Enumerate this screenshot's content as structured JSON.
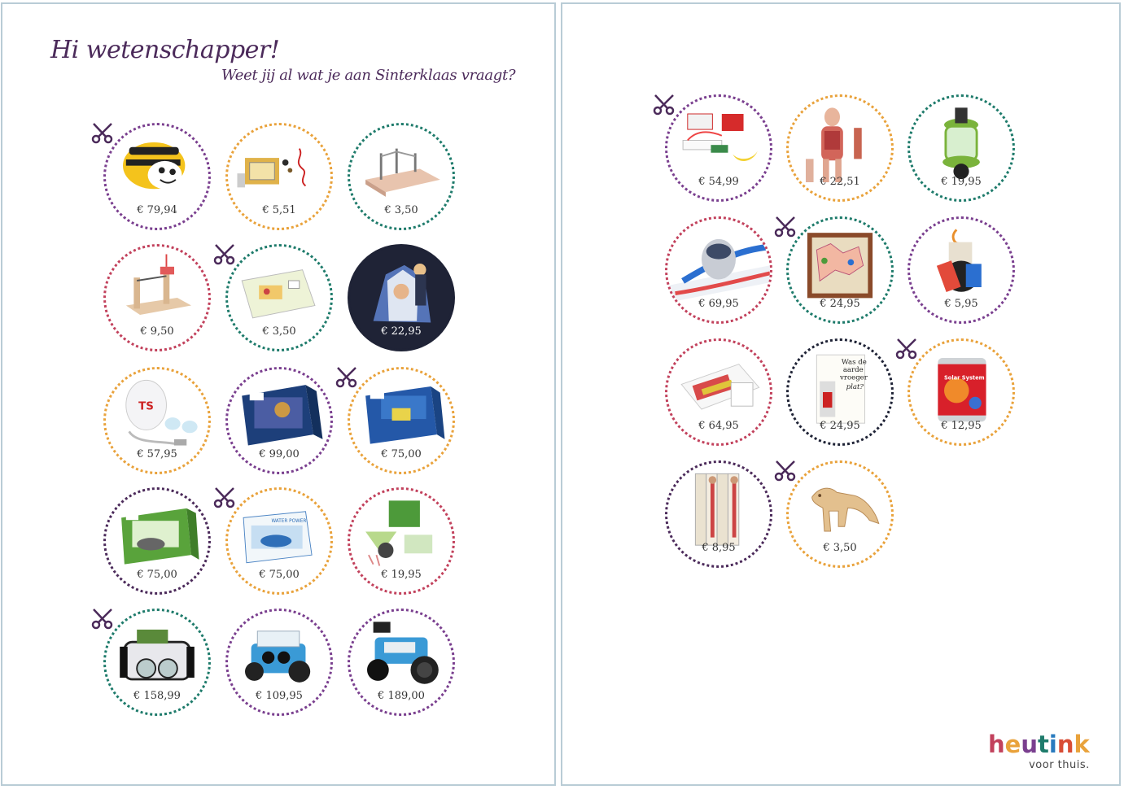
{
  "header": {
    "title": "Hi wetenschapper!",
    "subtitle": "Weet jij al wat je aan Sinterklaas vraagt?"
  },
  "products_left": [
    {
      "price": "€ 79,94",
      "icon": "bee-robot-icon",
      "color": "#7a3f8f",
      "scissors": true
    },
    {
      "price": "€ 5,51",
      "icon": "electronics-kit-icon",
      "color": "#e9a23b",
      "scissors": false
    },
    {
      "price": "€ 3,50",
      "icon": "wire-board-icon",
      "color": "#1e7b6b",
      "scissors": false
    },
    {
      "price": "€ 9,50",
      "icon": "motor-model-icon",
      "color": "#c2415c",
      "scissors": false
    },
    {
      "price": "€ 3,50",
      "icon": "circuit-bag-icon",
      "color": "#1e7b6b",
      "scissors": true
    },
    {
      "price": "€ 22,95",
      "icon": "rocket-tent-icon",
      "color": "#1f2336",
      "scissors": false
    },
    {
      "price": "€ 57,95",
      "icon": "usb-device-icon",
      "color": "#e9a23b",
      "scissors": false
    },
    {
      "price": "€ 99,00",
      "icon": "science-box-icon",
      "color": "#7a3f8f",
      "scissors": false
    },
    {
      "price": "€ 75,00",
      "icon": "electricity-box-icon",
      "color": "#e9a23b",
      "scissors": true
    },
    {
      "price": "€ 75,00",
      "icon": "solar-car-box-icon",
      "color": "#4b2a5a",
      "scissors": false
    },
    {
      "price": "€ 75,00",
      "icon": "water-power-box-icon",
      "color": "#e9a23b",
      "scissors": true
    },
    {
      "price": "€ 19,95",
      "icon": "experiment-set-icon",
      "color": "#c2415c",
      "scissors": false
    },
    {
      "price": "€ 158,99",
      "icon": "robot-car-icon",
      "color": "#1e7b6b",
      "scissors": true
    },
    {
      "price": "€ 109,95",
      "icon": "mbot-robot-icon",
      "color": "#7a3f8f",
      "scissors": false
    },
    {
      "price": "€ 189,00",
      "icon": "ranger-robot-icon",
      "color": "#7a3f8f",
      "scissors": false
    }
  ],
  "products_right": [
    {
      "price": "€ 54,99",
      "icon": "makey-kit-icon",
      "color": "#7a3f8f",
      "scissors": true
    },
    {
      "price": "€ 22,51",
      "icon": "anatomy-model-icon",
      "color": "#e9a23b",
      "scissors": false
    },
    {
      "price": "€ 19,95",
      "icon": "bug-viewer-icon",
      "color": "#1e7b6b",
      "scissors": false
    },
    {
      "price": "€ 69,95",
      "icon": "ozobot-icon",
      "color": "#c2415c",
      "scissors": false
    },
    {
      "price": "€ 24,95",
      "icon": "puzzle-map-icon",
      "color": "#1e7b6b",
      "scissors": true
    },
    {
      "price": "€ 5,95",
      "icon": "flashlight-keychain-icon",
      "color": "#7a3f8f",
      "scissors": false
    },
    {
      "price": "€ 64,95",
      "icon": "snap-circuits-icon",
      "color": "#c2415c",
      "scissors": false
    },
    {
      "price": "€ 24,95",
      "icon": "book-icon",
      "color": "#1f2336",
      "scissors": false
    },
    {
      "price": "€ 12,95",
      "icon": "solar-system-can-icon",
      "color": "#e9a23b",
      "scissors": true
    },
    {
      "price": "€ 8,95",
      "icon": "anatomy-chart-icon",
      "color": "#4b2a5a",
      "scissors": false
    },
    {
      "price": "€ 3,50",
      "icon": "dinosaur-puzzle-icon",
      "color": "#e9a23b",
      "scissors": true
    }
  ],
  "book_cover": {
    "line1": "Was de",
    "line2": "aarde",
    "line3": "vroeger",
    "line4": "plat?"
  },
  "can_label": "Solar System",
  "brand": {
    "name": "heutink",
    "tagline": "voor thuis.",
    "letter_colors": [
      "#c2415c",
      "#e9a23b",
      "#7a3f8f",
      "#1e7b6b",
      "#2a7bbf",
      "#d94d35",
      "#e9a23b"
    ]
  },
  "colors": {
    "title": "#4b2a5a",
    "border": "#b9ccd6"
  }
}
